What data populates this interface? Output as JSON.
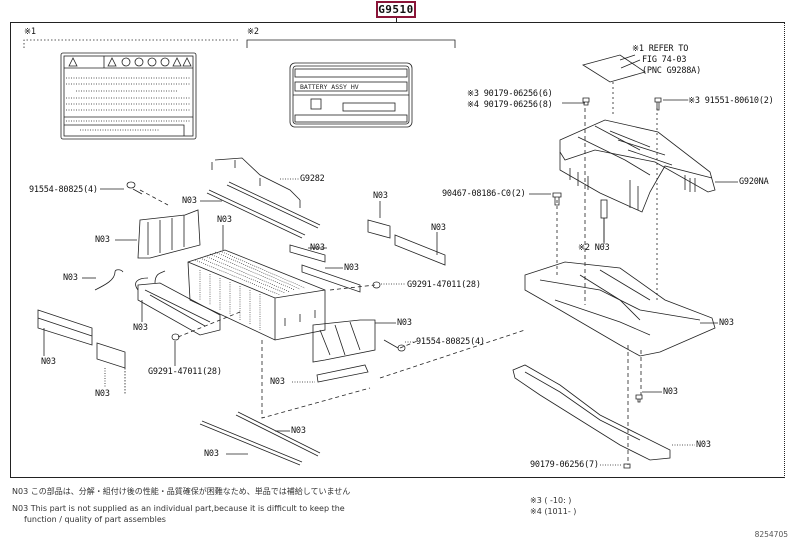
{
  "diagram": {
    "main_part_group": "G9510",
    "group_markers": [
      "※1",
      "※2"
    ],
    "label_sticker_2_text": "BATTERY ASSY HV",
    "refer_note": {
      "marker": "※1",
      "line1": "REFER TO",
      "line2": "FIG 74-03",
      "line3": "(PNC G9288A)"
    },
    "callouts": [
      {
        "id": "c1",
        "text": "※3 90179-06256(6)"
      },
      {
        "id": "c2",
        "text": "※4 90179-06256(8)"
      },
      {
        "id": "c3",
        "text": "※3 91551-80610(2)"
      },
      {
        "id": "c4",
        "text": "G9282"
      },
      {
        "id": "c5",
        "text": "91554-80825(4)"
      },
      {
        "id": "c6",
        "text": "N03"
      },
      {
        "id": "c7",
        "text": "90467-08186-C0(2)"
      },
      {
        "id": "c8",
        "text": "G920NA"
      },
      {
        "id": "c9",
        "text": "N03"
      },
      {
        "id": "c10",
        "text": "N03"
      },
      {
        "id": "c11",
        "text": "N03"
      },
      {
        "id": "c12",
        "text": "N03"
      },
      {
        "id": "c13",
        "text": "※2 N03"
      },
      {
        "id": "c14",
        "text": "N03"
      },
      {
        "id": "c15",
        "text": "N03"
      },
      {
        "id": "c16",
        "text": "G9291-47011(28)"
      },
      {
        "id": "c17",
        "text": "N03"
      },
      {
        "id": "c18",
        "text": "N03"
      },
      {
        "id": "c19",
        "text": "N03"
      },
      {
        "id": "c20",
        "text": "91554-80825(4)"
      },
      {
        "id": "c21",
        "text": "N03"
      },
      {
        "id": "c22",
        "text": "G9291-47011(28)"
      },
      {
        "id": "c23",
        "text": "N03"
      },
      {
        "id": "c24",
        "text": "N03"
      },
      {
        "id": "c25",
        "text": "N03"
      },
      {
        "id": "c26",
        "text": "N03"
      },
      {
        "id": "c27",
        "text": "N03"
      },
      {
        "id": "c28",
        "text": "90179-06256(7)"
      }
    ]
  },
  "footnotes": {
    "jp": "N03 この部品は、分解・組付け後の性能・品質確保が困難なため、単品では補給していません",
    "en_line1": "N03 This part is not supplied as an individual part,because it is difficult to keep the",
    "en_line2": "function / quality of part assembles",
    "note3": "※3 (     -10:  )",
    "note4": "※4 (1011-      )",
    "figure_id": "8254705"
  },
  "colors": {
    "tag_border": "#8a1538",
    "line": "#222222"
  }
}
